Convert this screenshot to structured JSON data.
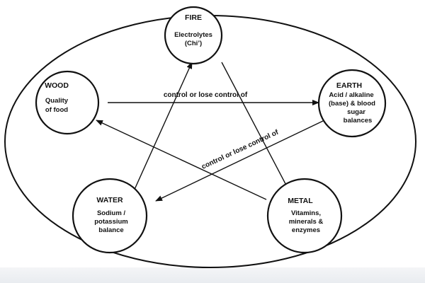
{
  "nodes": {
    "fire": {
      "title": "FIRE",
      "lines": [
        "Electrolytes",
        "(Chi’)"
      ]
    },
    "wood": {
      "title": "WOOD",
      "lines": [
        "Quality",
        "of food"
      ]
    },
    "earth": {
      "title": "EARTH",
      "lines": [
        "Acid / alkaline",
        "(base) & blood",
        "sugar",
        "balances"
      ]
    },
    "water": {
      "title": "WATER",
      "lines": [
        "Sodium /",
        "potassium",
        "balance"
      ]
    },
    "metal": {
      "title": "METAL",
      "lines": [
        "Vitamins,",
        "minerals &",
        "enzymes"
      ]
    }
  },
  "edge_labels": {
    "wood_to_earth": "control or lose control of",
    "earth_to_water": "control or lose control of"
  },
  "colors": {
    "stroke": "#111111",
    "text": "#111111"
  }
}
